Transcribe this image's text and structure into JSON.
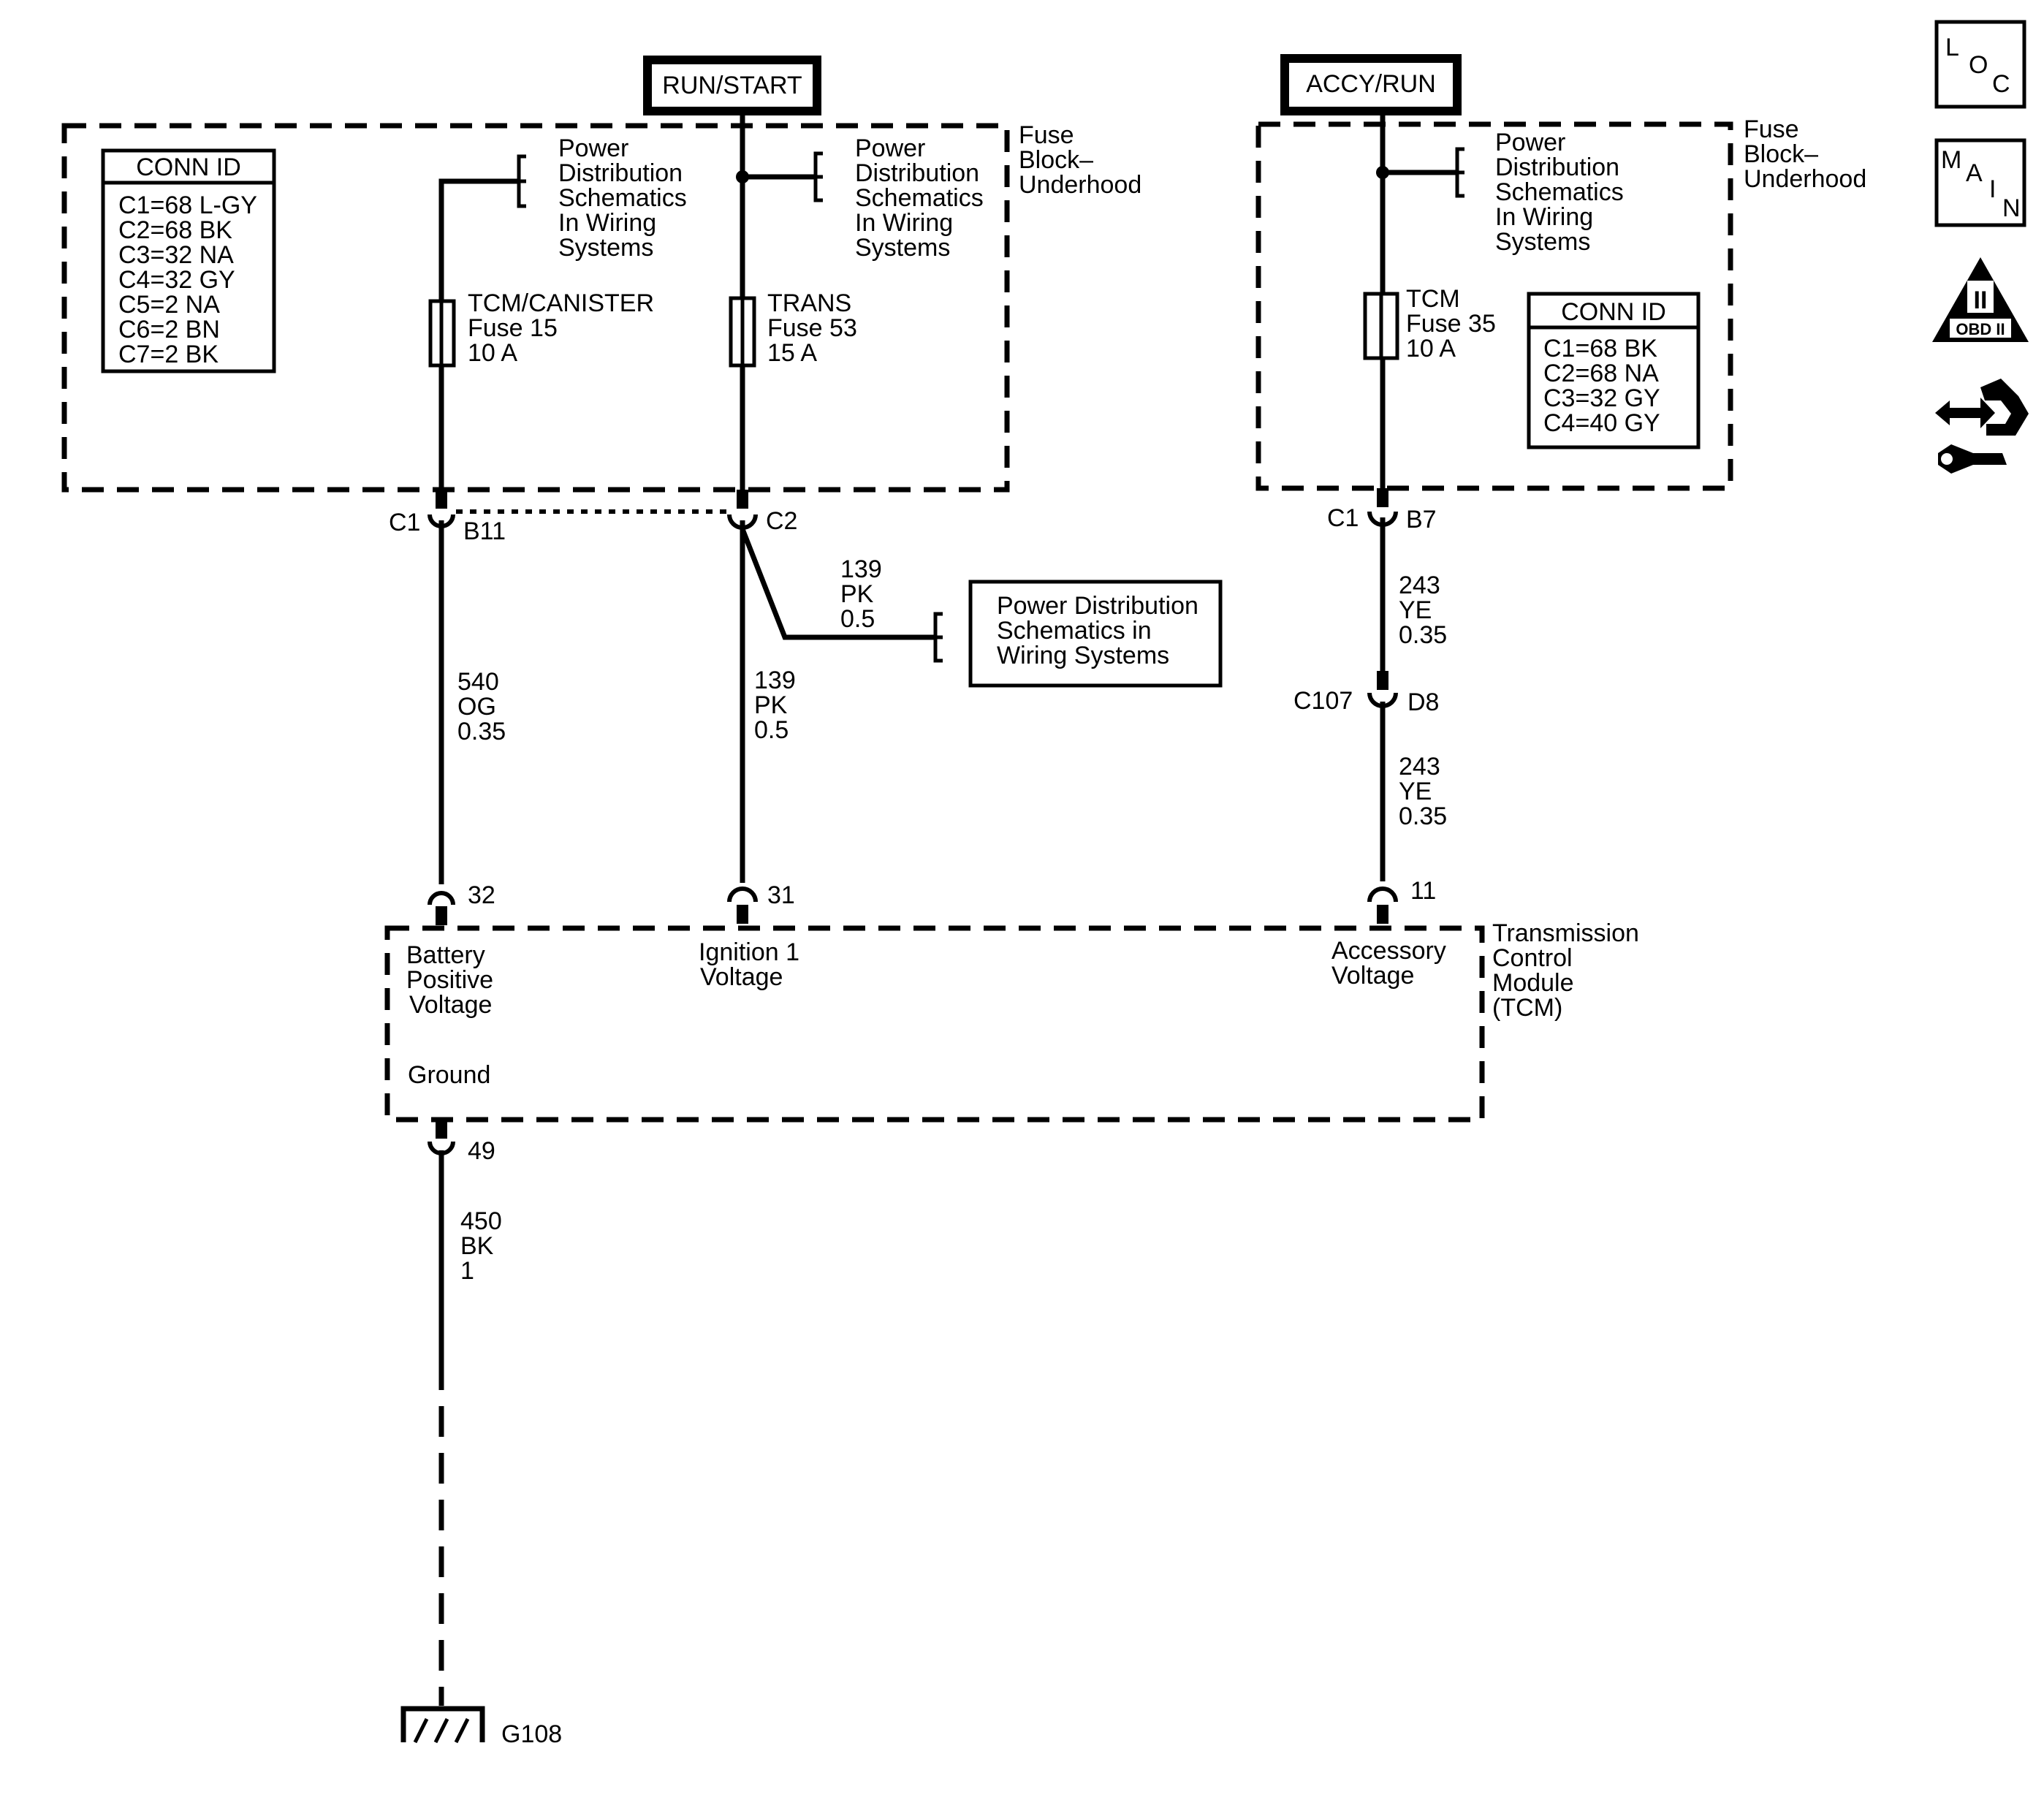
{
  "power_sources": {
    "run_start": "RUN/START",
    "accy_run": "ACCY/RUN"
  },
  "fuse_block_left": {
    "title": [
      "Fuse",
      "Block–",
      "Underhood"
    ],
    "conn_id": {
      "header": "CONN ID",
      "rows": [
        "C1=68 L-GY",
        "C2=68 BK",
        "C3=32 NA",
        "C4=32 GY",
        "C5=2 NA",
        "C6=2 BN",
        "C7=2 BK"
      ]
    },
    "ref1": [
      "Power",
      "Distribution",
      "Schematics",
      "In Wiring",
      "Systems"
    ],
    "ref2": [
      "Power",
      "Distribution",
      "Schematics",
      "In Wiring",
      "Systems"
    ],
    "fuse15": [
      "TCM/CANISTER",
      "Fuse 15",
      "10 A"
    ],
    "fuse53": [
      "TRANS",
      "Fuse 53",
      "15 A"
    ]
  },
  "fuse_block_right": {
    "title": [
      "Fuse",
      "Block–",
      "Underhood"
    ],
    "ref": [
      "Power",
      "Distribution",
      "Schematics",
      "In Wiring",
      "Systems"
    ],
    "fuse35": [
      "TCM",
      "Fuse 35",
      "10 A"
    ],
    "conn_id": {
      "header": "CONN ID",
      "rows": [
        "C1=68 BK",
        "C2=68 NA",
        "C3=32 GY",
        "C4=40 GY"
      ]
    }
  },
  "connectors": {
    "c1_left": "C1",
    "b11": "B11",
    "c2": "C2",
    "c1_right": "C1",
    "b7": "B7",
    "c107": "C107",
    "d8": "D8"
  },
  "wires": {
    "w540": [
      "540",
      "OG",
      "0.35"
    ],
    "w139_branch": [
      "139",
      "PK",
      "0.5"
    ],
    "w139": [
      "139",
      "PK",
      "0.5"
    ],
    "w243_upper": [
      "243",
      "YE",
      "0.35"
    ],
    "w243_lower": [
      "243",
      "YE",
      "0.35"
    ],
    "w450": [
      "450",
      "BK",
      "1"
    ]
  },
  "power_dist_box": [
    "Power Distribution",
    "Schematics in",
    "Wiring Systems"
  ],
  "tcm": {
    "title": [
      "Transmission",
      "Control",
      "Module",
      "(TCM)"
    ],
    "pin32": "32",
    "pin31": "31",
    "pin11": "11",
    "pin49": "49",
    "battery": [
      "Battery",
      "Positive",
      "Voltage"
    ],
    "ignition": [
      "Ignition 1",
      "Voltage"
    ],
    "accessory": [
      "Accessory",
      "Voltage"
    ],
    "ground": "Ground"
  },
  "ground_label": "G108",
  "side_icons": {
    "loc": [
      "L",
      "O",
      "C"
    ],
    "main": [
      "M",
      "A",
      "I",
      "N"
    ],
    "obd_numeral": "II",
    "obd_label": "OBD II"
  }
}
